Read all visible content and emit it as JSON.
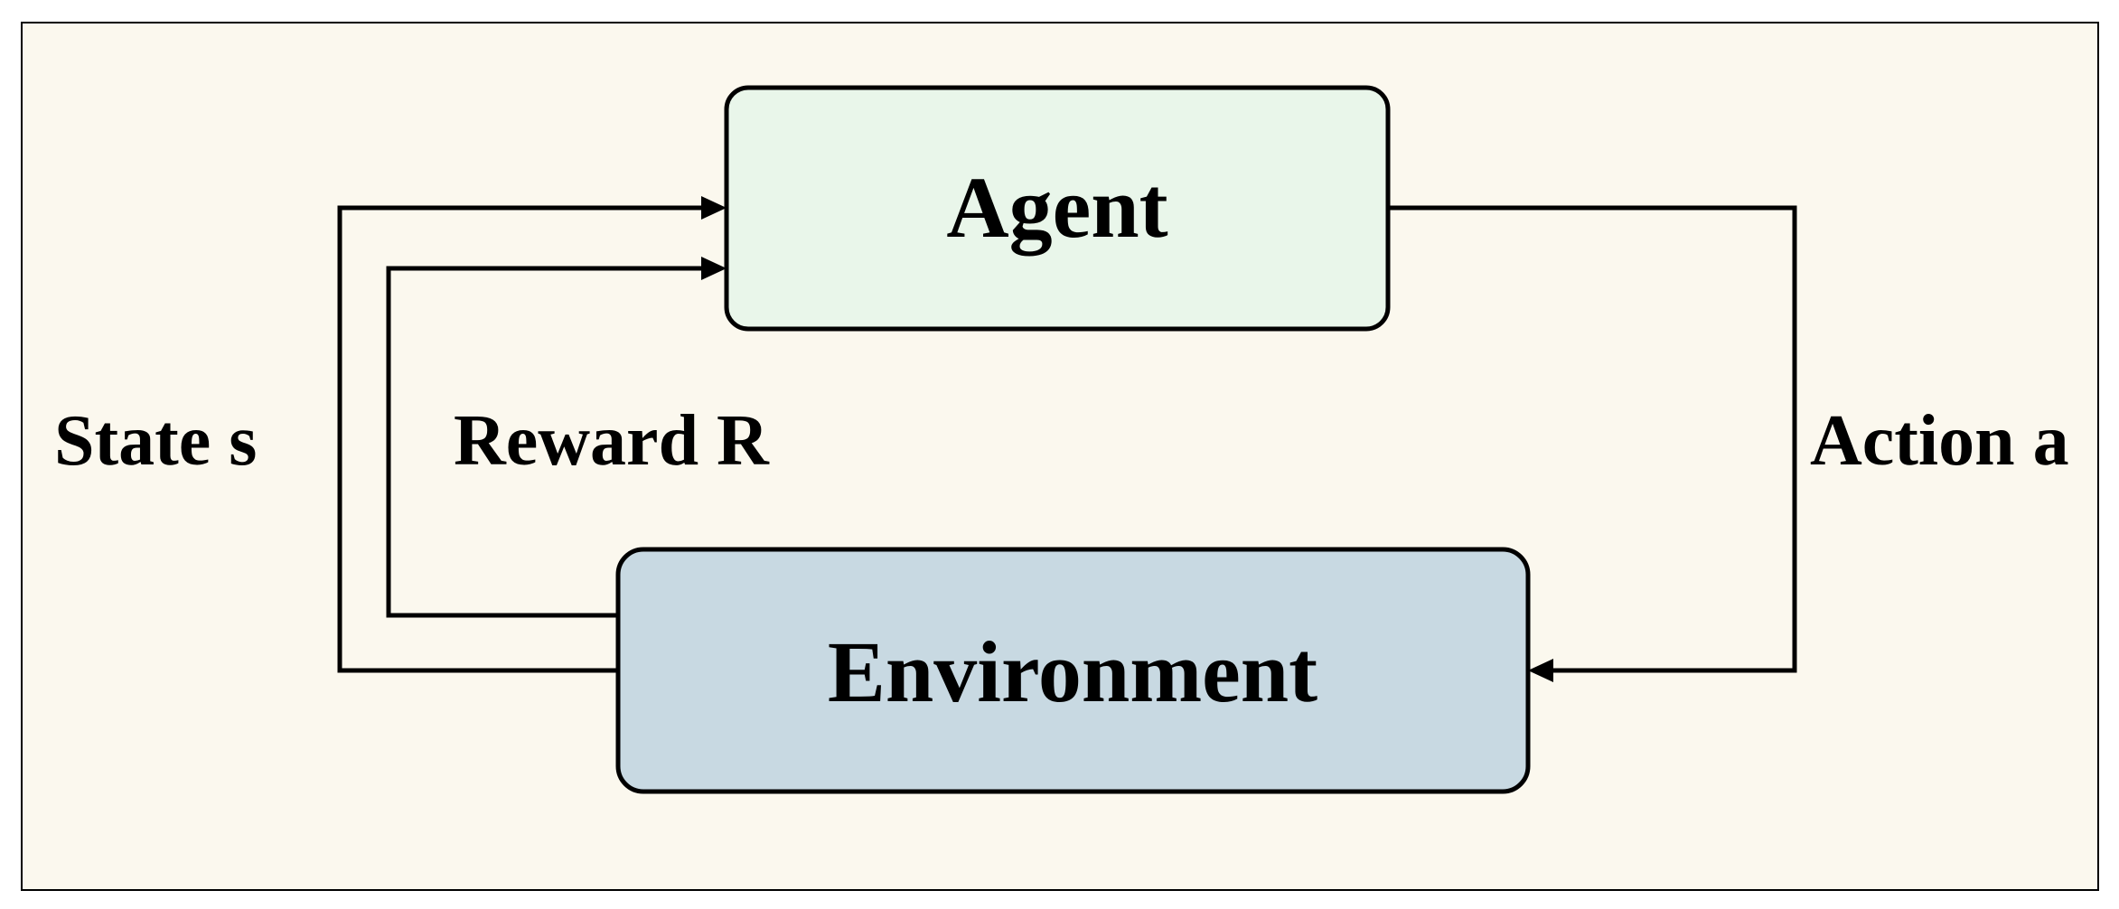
{
  "diagram": {
    "nodes": {
      "agent": {
        "label": "Agent"
      },
      "environment": {
        "label": "Environment"
      }
    },
    "edges": {
      "state": {
        "label": "State s",
        "from": "environment",
        "to": "agent"
      },
      "reward": {
        "label": "Reward R",
        "from": "environment",
        "to": "agent"
      },
      "action": {
        "label": "Action a",
        "from": "agent",
        "to": "environment"
      }
    }
  },
  "colors": {
    "background": "#fbf8ee",
    "agent_fill": "#e9f6ea",
    "environment_fill": "#c8d9e2",
    "stroke": "#000000"
  }
}
